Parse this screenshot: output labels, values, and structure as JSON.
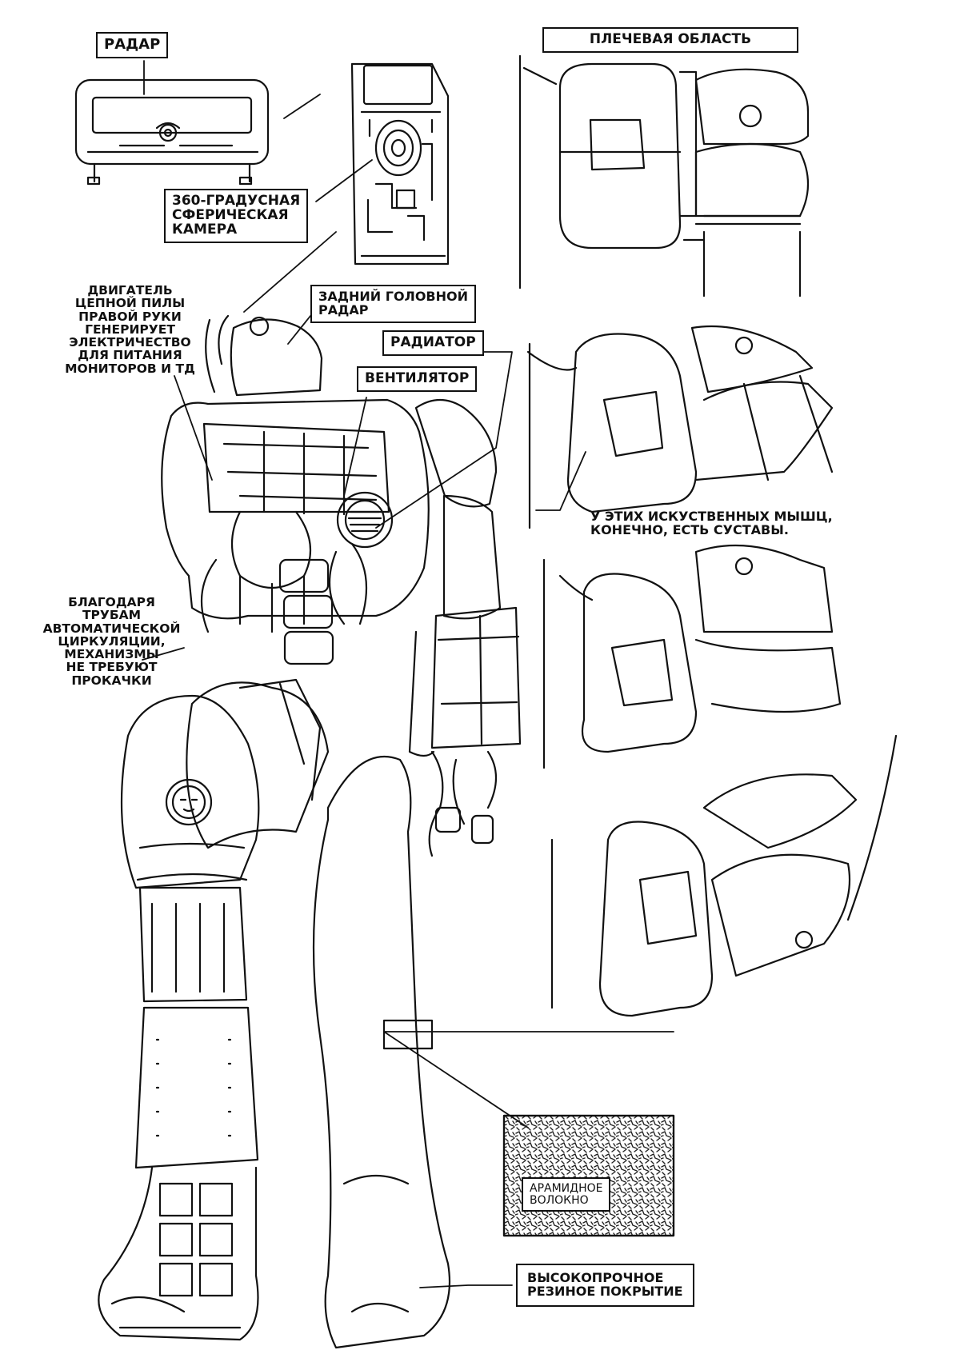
{
  "labels": {
    "radar": "РАДАР",
    "camera": "360-ГРАДУСНАЯ\nСФЕРИЧЕСКАЯ\nКАМЕРА",
    "shoulder": "ПЛЕЧЕВАЯ ОБЛАСТЬ",
    "chainsaw_engine": "ДВИГАТЕЛЬ\nЦЕПНОЙ ПИЛЫ\nПРАВОЙ РУКИ\nГЕНЕРИРУЕТ\nЭЛЕКТРИЧЕСТВО\nДЛЯ ПИТАНИЯ\nМОНИТОРОВ И ТД",
    "rear_radar": "ЗАДНИЙ ГОЛОВНОЙ\nРАДАР",
    "radiator": "РАДИАТОР",
    "fan": "ВЕНТИЛЯТОР",
    "joints": "У ЭТИХ ИСКУСТВЕННЫХ МЫШЦ,\nКОНЕЧНО, ЕСТЬ СУСТАВЫ.",
    "circulation": "БЛАГОДАРЯ\nТРУБАМ\nАВТОМАТИЧЕСКОЙ\nЦИРКУЛЯЦИИ,\nМЕХАНИЗМЫ\nНЕ ТРЕБУЮТ\nПРОКАЧКИ",
    "aramid": "АРАМИДНОЕ\nВОЛОКНО",
    "rubber": "ВЫСОКОПРОЧНОЕ\nРЕЗИНОЕ ПОКРЫТИЕ"
  },
  "colors": {
    "ink": "#111111",
    "paper": "#ffffff"
  }
}
